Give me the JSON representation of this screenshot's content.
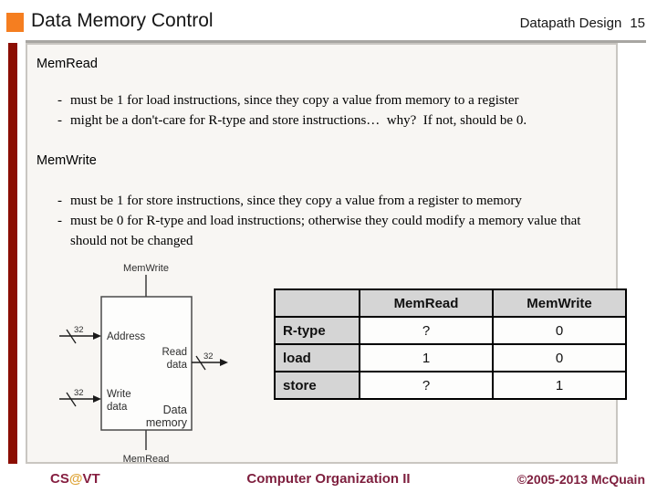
{
  "header": {
    "title": "Data Memory Control",
    "course_label": "Datapath Design",
    "page_number": "15"
  },
  "ui": {
    "bullet_marker": "-"
  },
  "sections": [
    {
      "heading": "MemRead",
      "bullets": [
        "must be 1 for load instructions, since they copy a value from memory to a register",
        "might be a don't-care for R-type and store instructions…  why?  If not, should be 0."
      ]
    },
    {
      "heading": "MemWrite",
      "bullets": [
        "must be 1 for store instructions, since they copy a value from a register to memory",
        "must be 0 for R-type and load instructions; otherwise they could modify a memory value that should not be changed"
      ]
    }
  ],
  "diagram": {
    "control_top": "MemWrite",
    "control_bottom": "MemRead",
    "box_name_line1": "Data",
    "box_name_line2": "memory",
    "port_address": "Address",
    "port_read_line1": "Read",
    "port_read_line2": "data",
    "port_write_line1": "Write",
    "port_write_line2": "data",
    "bus_width": "32"
  },
  "table": {
    "columns": [
      "MemRead",
      "MemWrite"
    ],
    "rows": [
      {
        "label": "R-type",
        "mem_read": "?",
        "mem_write": "0"
      },
      {
        "label": "load",
        "mem_read": "1",
        "mem_write": "0"
      },
      {
        "label": "store",
        "mem_read": "?",
        "mem_write": "1"
      }
    ]
  },
  "footer": {
    "cs": "CS",
    "at": "@",
    "vt": "VT",
    "center": "Computer Organization II",
    "copyright": "©2005-2013 McQuain"
  },
  "colors": {
    "accent_orange": "#F57E20",
    "bar_maroon": "#8B0D02",
    "footer_maroon": "#7E1F3E",
    "at_gold": "#DFA63C",
    "table_header_gray": "#d5d5d5",
    "panel_bg": "#f8f6f3"
  }
}
